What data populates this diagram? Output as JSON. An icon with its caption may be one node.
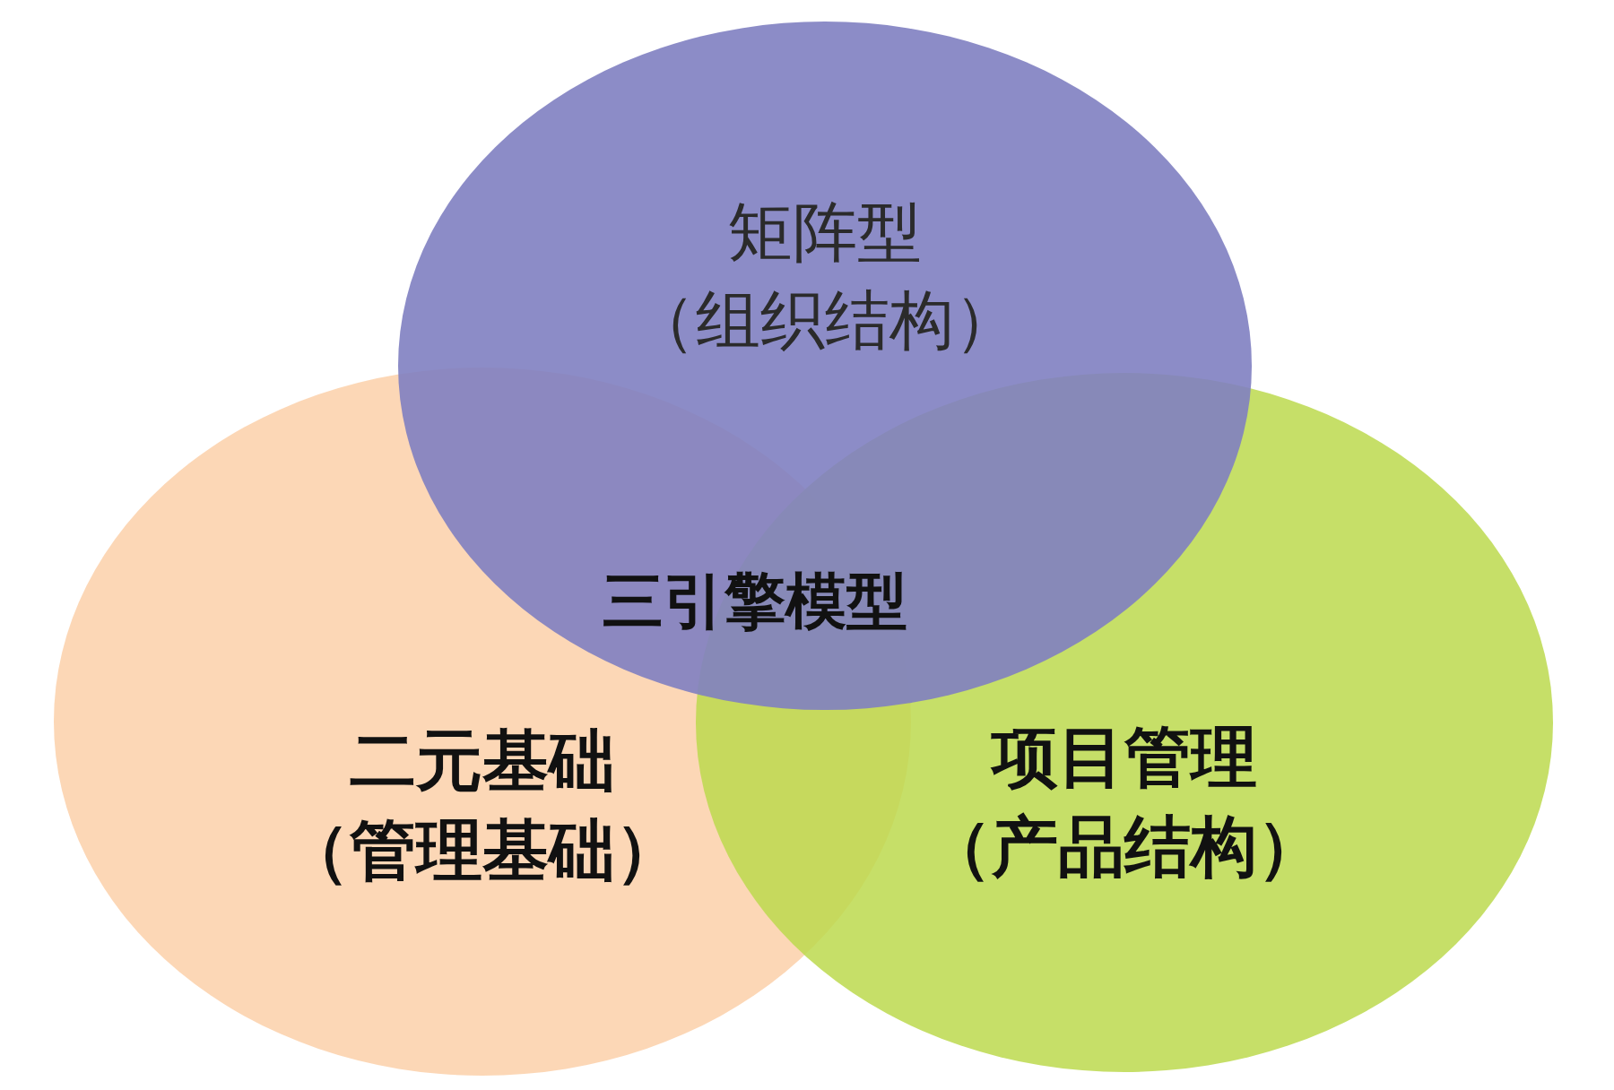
{
  "diagram": {
    "nodes": [
      {
        "text": [
          "矩阵型",
          "（组织结构）"
        ]
      },
      {
        "text": [
          "二元基础",
          "（管理基础）"
        ]
      },
      {
        "text": [
          "项目管理",
          "（产品结构）"
        ]
      }
    ],
    "labels": [
      "三引擎模型"
    ]
  }
}
